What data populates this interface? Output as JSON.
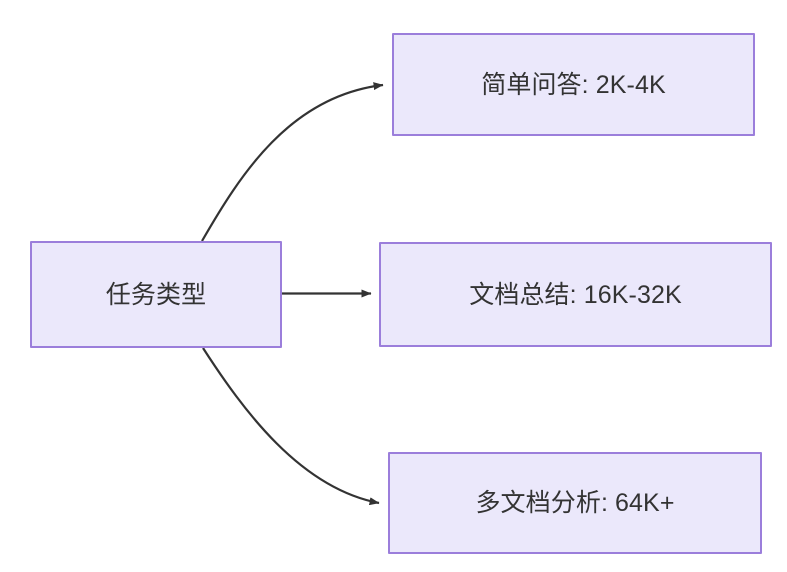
{
  "diagram": {
    "type": "flowchart",
    "direction": "left-to-right",
    "background_color": "#ffffff",
    "node_fill_color": "#ebe8fb",
    "node_border_color": "#9b7edb",
    "node_text_color": "#333333",
    "edge_color": "#333333",
    "root": {
      "id": "task-type",
      "label": "任务类型"
    },
    "branches": [
      {
        "id": "simple-qa",
        "label": "简单问答: 2K-4K",
        "edge_style": "curved",
        "arrow": "arrowhead-right"
      },
      {
        "id": "doc-summary",
        "label": "文档总结: 16K-32K",
        "edge_style": "straight",
        "arrow": "arrowhead-right"
      },
      {
        "id": "multi-doc",
        "label": "多文档分析: 64K+",
        "edge_style": "curved",
        "arrow": "arrowhead-right"
      }
    ]
  }
}
